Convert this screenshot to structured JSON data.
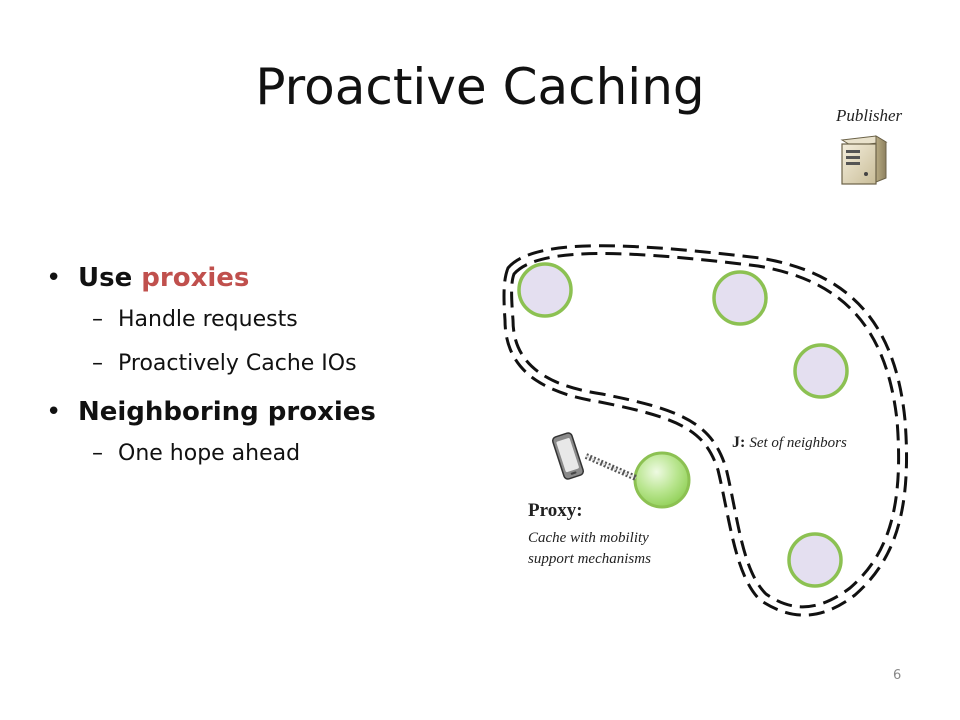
{
  "slide": {
    "title": "Proactive Caching",
    "page_number": "6"
  },
  "bullets": {
    "item1": {
      "prefix": "Use ",
      "highlight": "proxies",
      "bullet": "•"
    },
    "item1_subs": [
      "Handle requests",
      "Proactively Cache IOs"
    ],
    "item2": {
      "text": "Neighboring proxies",
      "bullet": "•"
    },
    "item2_subs": [
      "One hope ahead"
    ],
    "dash": "–"
  },
  "diagram": {
    "publisher_label": "Publisher",
    "neighbors_label_bold": "J:",
    "neighbors_label_italic": "Set of neighbors",
    "proxy_title": "Proxy:",
    "proxy_desc_line1": "Cache with  mobility",
    "proxy_desc_line2": "support mechanisms",
    "icons": [
      "server-icon",
      "mobile-phone-icon"
    ],
    "colors": {
      "node_fill": "#e4dff0",
      "node_stroke": "#8cc152",
      "proxy_fill_light": "#d9f2c3",
      "proxy_fill_dark": "#93d15c",
      "accent": "#c0504d",
      "boundary": "#111111"
    }
  }
}
